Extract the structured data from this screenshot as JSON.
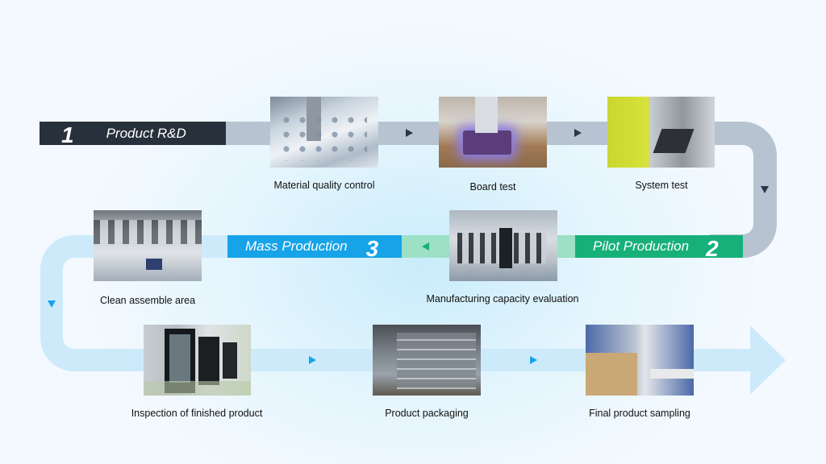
{
  "stages": [
    {
      "number": "1",
      "title": "Product R&D",
      "color": "#27313b"
    },
    {
      "number": "2",
      "title": "Pilot Production",
      "color": "#17b07a"
    },
    {
      "number": "3",
      "title": "Mass Production",
      "color": "#16a3e8"
    }
  ],
  "steps": [
    {
      "caption": "Material quality control",
      "stage": "1"
    },
    {
      "caption": "Board test",
      "stage": "1"
    },
    {
      "caption": "System test",
      "stage": "1"
    },
    {
      "caption": "Manufacturing capacity evaluation",
      "stage": "2"
    },
    {
      "caption": "Clean assemble area",
      "stage": "3"
    },
    {
      "caption": "Inspection of finished product",
      "stage": "3"
    },
    {
      "caption": "Product packaging",
      "stage": "3"
    },
    {
      "caption": "Final product sampling",
      "stage": "3"
    }
  ],
  "icons": {
    "arrow_right": "triangle-right",
    "arrow_down": "triangle-down",
    "arrow_left": "triangle-left",
    "big_arrow": "block-arrow-right"
  },
  "colors": {
    "track_grey": "#b7c3d0",
    "track_green": "#9ce0c6",
    "track_blue": "#cdeafb",
    "arrow_dark": "#2b3642",
    "arrow_green": "#17b07a",
    "arrow_blue": "#16a3e8"
  }
}
